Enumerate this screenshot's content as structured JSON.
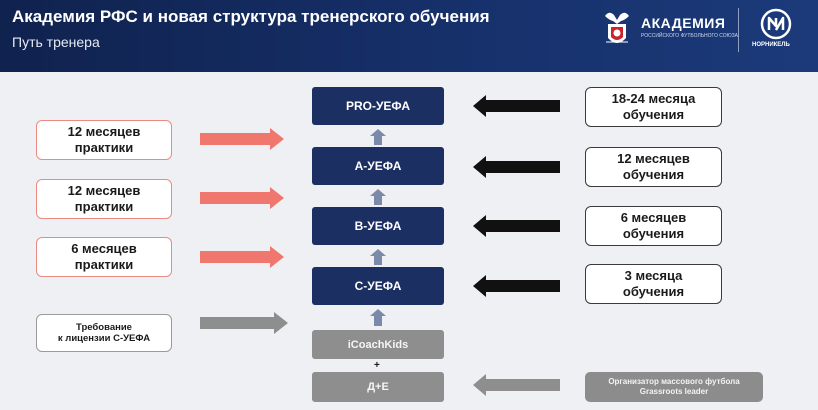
{
  "header": {
    "title": "Академия РФС и новая структура тренерского обучения",
    "subtitle": "Путь тренера",
    "academy_name": "АКАДЕМИЯ",
    "academy_sub": "РОССИЙСКОГО ФУТБОЛЬНОГО СОЮЗА",
    "partner_name": "НОРНИКЕЛЬ"
  },
  "levels": [
    {
      "label": "PRO-УЕФА"
    },
    {
      "label": "A-УЕФА"
    },
    {
      "label": "B-УЕФА"
    },
    {
      "label": "C-УЕФА"
    },
    {
      "label": "iCoachKids"
    },
    {
      "label": "Д+Е"
    }
  ],
  "practice": [
    {
      "line1": "12 месяцев",
      "line2": "практики"
    },
    {
      "line1": "12 месяцев",
      "line2": "практики"
    },
    {
      "line1": "6 месяцев",
      "line2": "практики"
    }
  ],
  "requirement": {
    "line1": "Требование",
    "line2": "к лицензии С-УЕФА"
  },
  "study": [
    {
      "line1": "18-24 месяца",
      "line2": "обучения"
    },
    {
      "line1": "12 месяцев",
      "line2": "обучения"
    },
    {
      "line1": "6 месяцев",
      "line2": "обучения"
    },
    {
      "line1": "3 месяца",
      "line2": "обучения"
    }
  ],
  "grassroots": {
    "line1": "Организатор массового футбола",
    "line2": "Grassroots leader"
  },
  "plus_sign": "+",
  "colors": {
    "header_bg": "#10224e",
    "level_navy": "#1c2f63",
    "practice_arrow": "#f0776d",
    "study_arrow": "#111111",
    "gray": "#8e8e8e"
  }
}
